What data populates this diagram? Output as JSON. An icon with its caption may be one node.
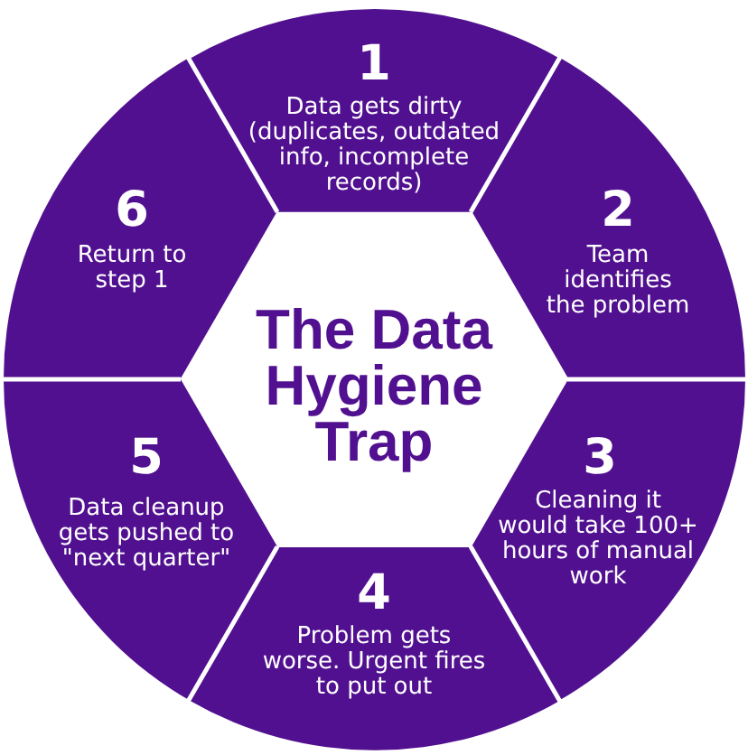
{
  "diagram": {
    "title": "The Data Hygiene Trap",
    "nodes": [
      {
        "text": [
          "1",
          "Data gets dirty (duplicates, outdated info, incomplete records)"
        ]
      },
      {
        "text": [
          "2",
          "Team identifies the problem"
        ]
      },
      {
        "text": [
          "3",
          "Cleaning it would take 100+ hours of manual work"
        ]
      },
      {
        "text": [
          "4",
          "Problem gets worse. Urgent fires to put out"
        ]
      },
      {
        "text": [
          "5",
          "Data cleanup gets pushed to \"next quarter\""
        ]
      },
      {
        "text": [
          "6",
          "Return to step 1"
        ]
      }
    ]
  }
}
